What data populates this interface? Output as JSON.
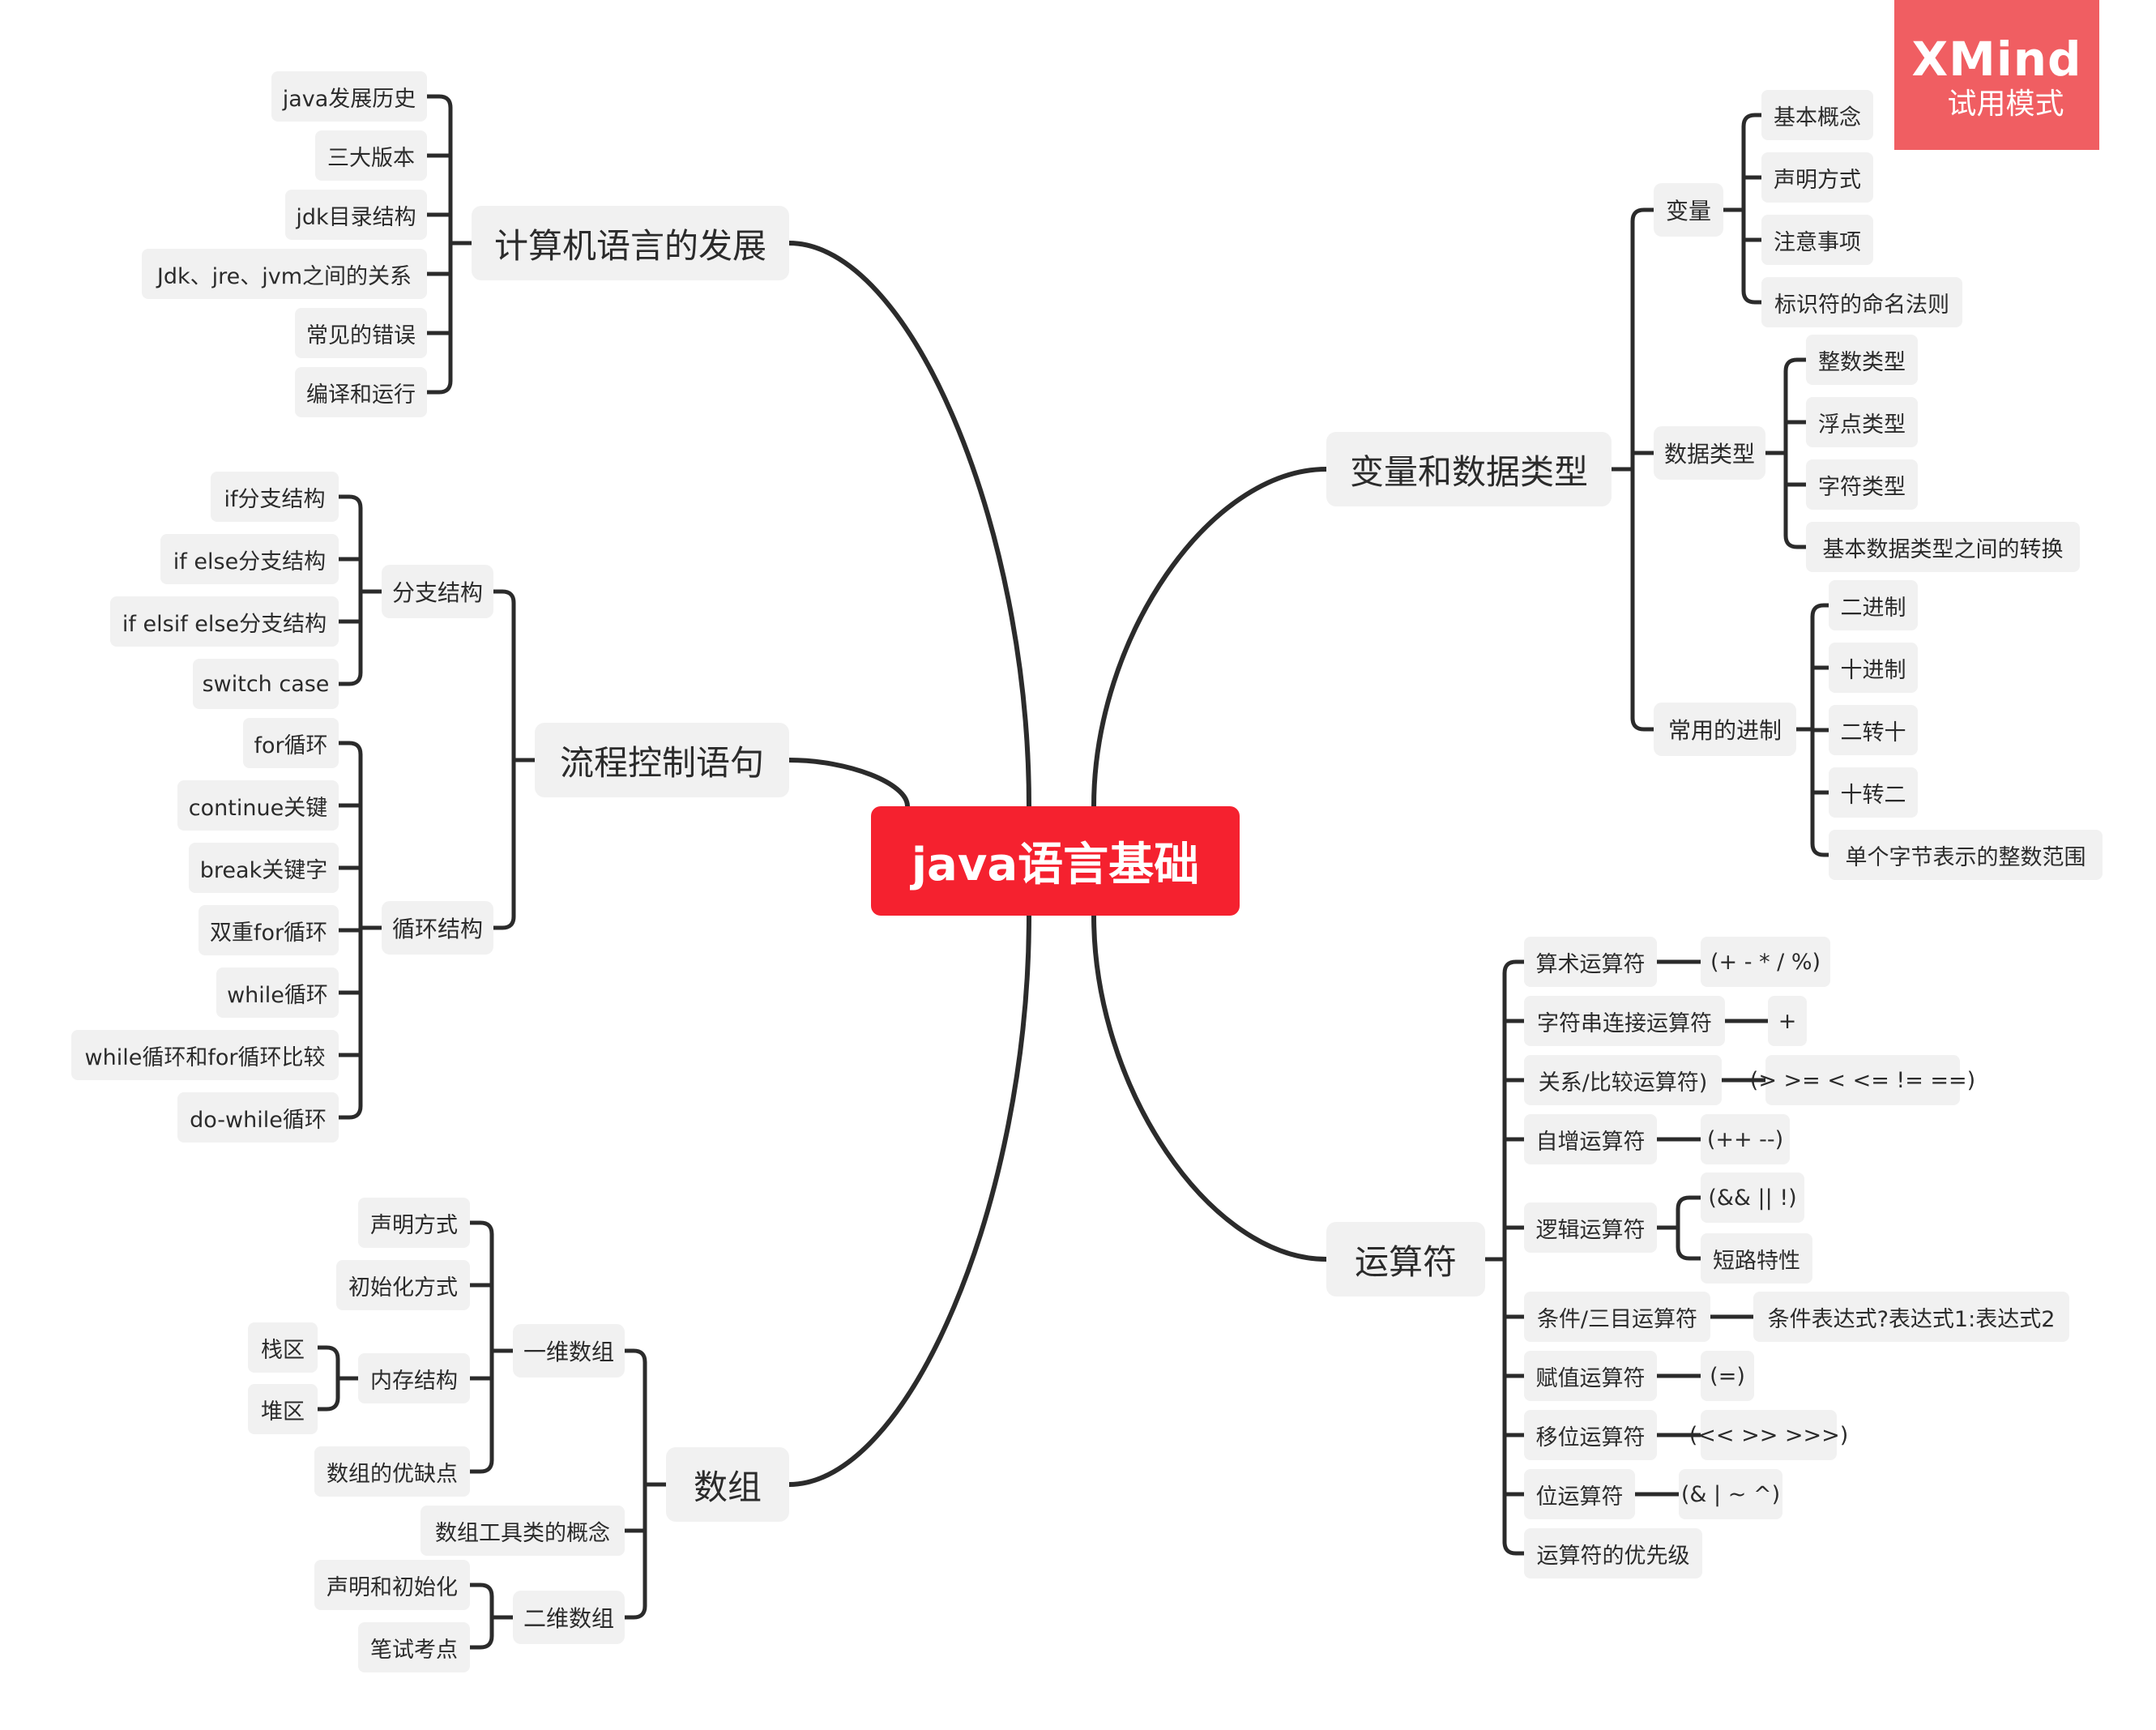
{
  "central": "java语言基础",
  "watermark": {
    "brand": "XMind",
    "mode": "试用模式"
  },
  "sections": {
    "language_dev": {
      "title": "计算机语言的发展",
      "items": [
        "java发展历史",
        "三大版本",
        "jdk目录结构",
        "Jdk、jre、jvm之间的关系",
        "常见的错误",
        "编译和运行"
      ]
    },
    "flow_control": {
      "title": "流程控制语句",
      "branch": {
        "label": "分支结构",
        "items": [
          "if分支结构",
          "if else分支结构",
          "if elsif else分支结构",
          "switch case"
        ]
      },
      "loop": {
        "label": "循环结构",
        "items": [
          "for循环",
          "continue关键",
          "break关键字",
          "双重for循环",
          "while循环",
          "while循环和for循环比较",
          "do-while循环"
        ]
      }
    },
    "arrays": {
      "title": "数组",
      "one_dim": {
        "label": "一维数组",
        "declare": "声明方式",
        "init": "初始化方式",
        "memory": {
          "label": "内存结构",
          "items": [
            "栈区",
            "堆区"
          ]
        },
        "pros_cons": "数组的优缺点"
      },
      "tools": "数组工具类的概念",
      "two_dim": {
        "label": "二维数组",
        "items": [
          "声明和初始化",
          "笔试考点"
        ]
      }
    },
    "variables": {
      "title": "变量和数据类型",
      "variable": {
        "label": "变量",
        "items": [
          "基本概念",
          "声明方式",
          "注意事项",
          "标识符的命名法则"
        ]
      },
      "data_types": {
        "label": "数据类型",
        "items": [
          "整数类型",
          "浮点类型",
          "字符类型",
          "基本数据类型之间的转换"
        ]
      },
      "radix": {
        "label": "常用的进制",
        "items": [
          "二进制",
          "十进制",
          "二转十",
          "十转二",
          "单个字节表示的整数范围"
        ]
      }
    },
    "operators": {
      "title": "运算符",
      "arith": {
        "label": "算术运算符",
        "value": "(+ - * / %)"
      },
      "concat": {
        "label": "字符串连接运算符",
        "value": "+"
      },
      "relational": {
        "label": "关系/比较运算符)",
        "value": "(> >= < <= != ==)"
      },
      "increment": {
        "label": "自增运算符",
        "value": "(++ --)"
      },
      "logical": {
        "label": "逻辑运算符",
        "items": [
          "(&& || !)",
          "短路特性"
        ]
      },
      "ternary": {
        "label": "条件/三目运算符",
        "value": "条件表达式?表达式1:表达式2"
      },
      "assign": {
        "label": "赋值运算符",
        "value": "(=)"
      },
      "shift": {
        "label": "移位运算符",
        "value": "(<< >> >>>)"
      },
      "bitwise": {
        "label": "位运算符",
        "value": "(& | ~ ^)"
      },
      "precedence": "运算符的优先级"
    }
  },
  "colors": {
    "central_fill": "#f5212f",
    "line": "#2b2b2b",
    "node_fill": "#f1f1f1",
    "watermark_fill": "#f05e62"
  }
}
